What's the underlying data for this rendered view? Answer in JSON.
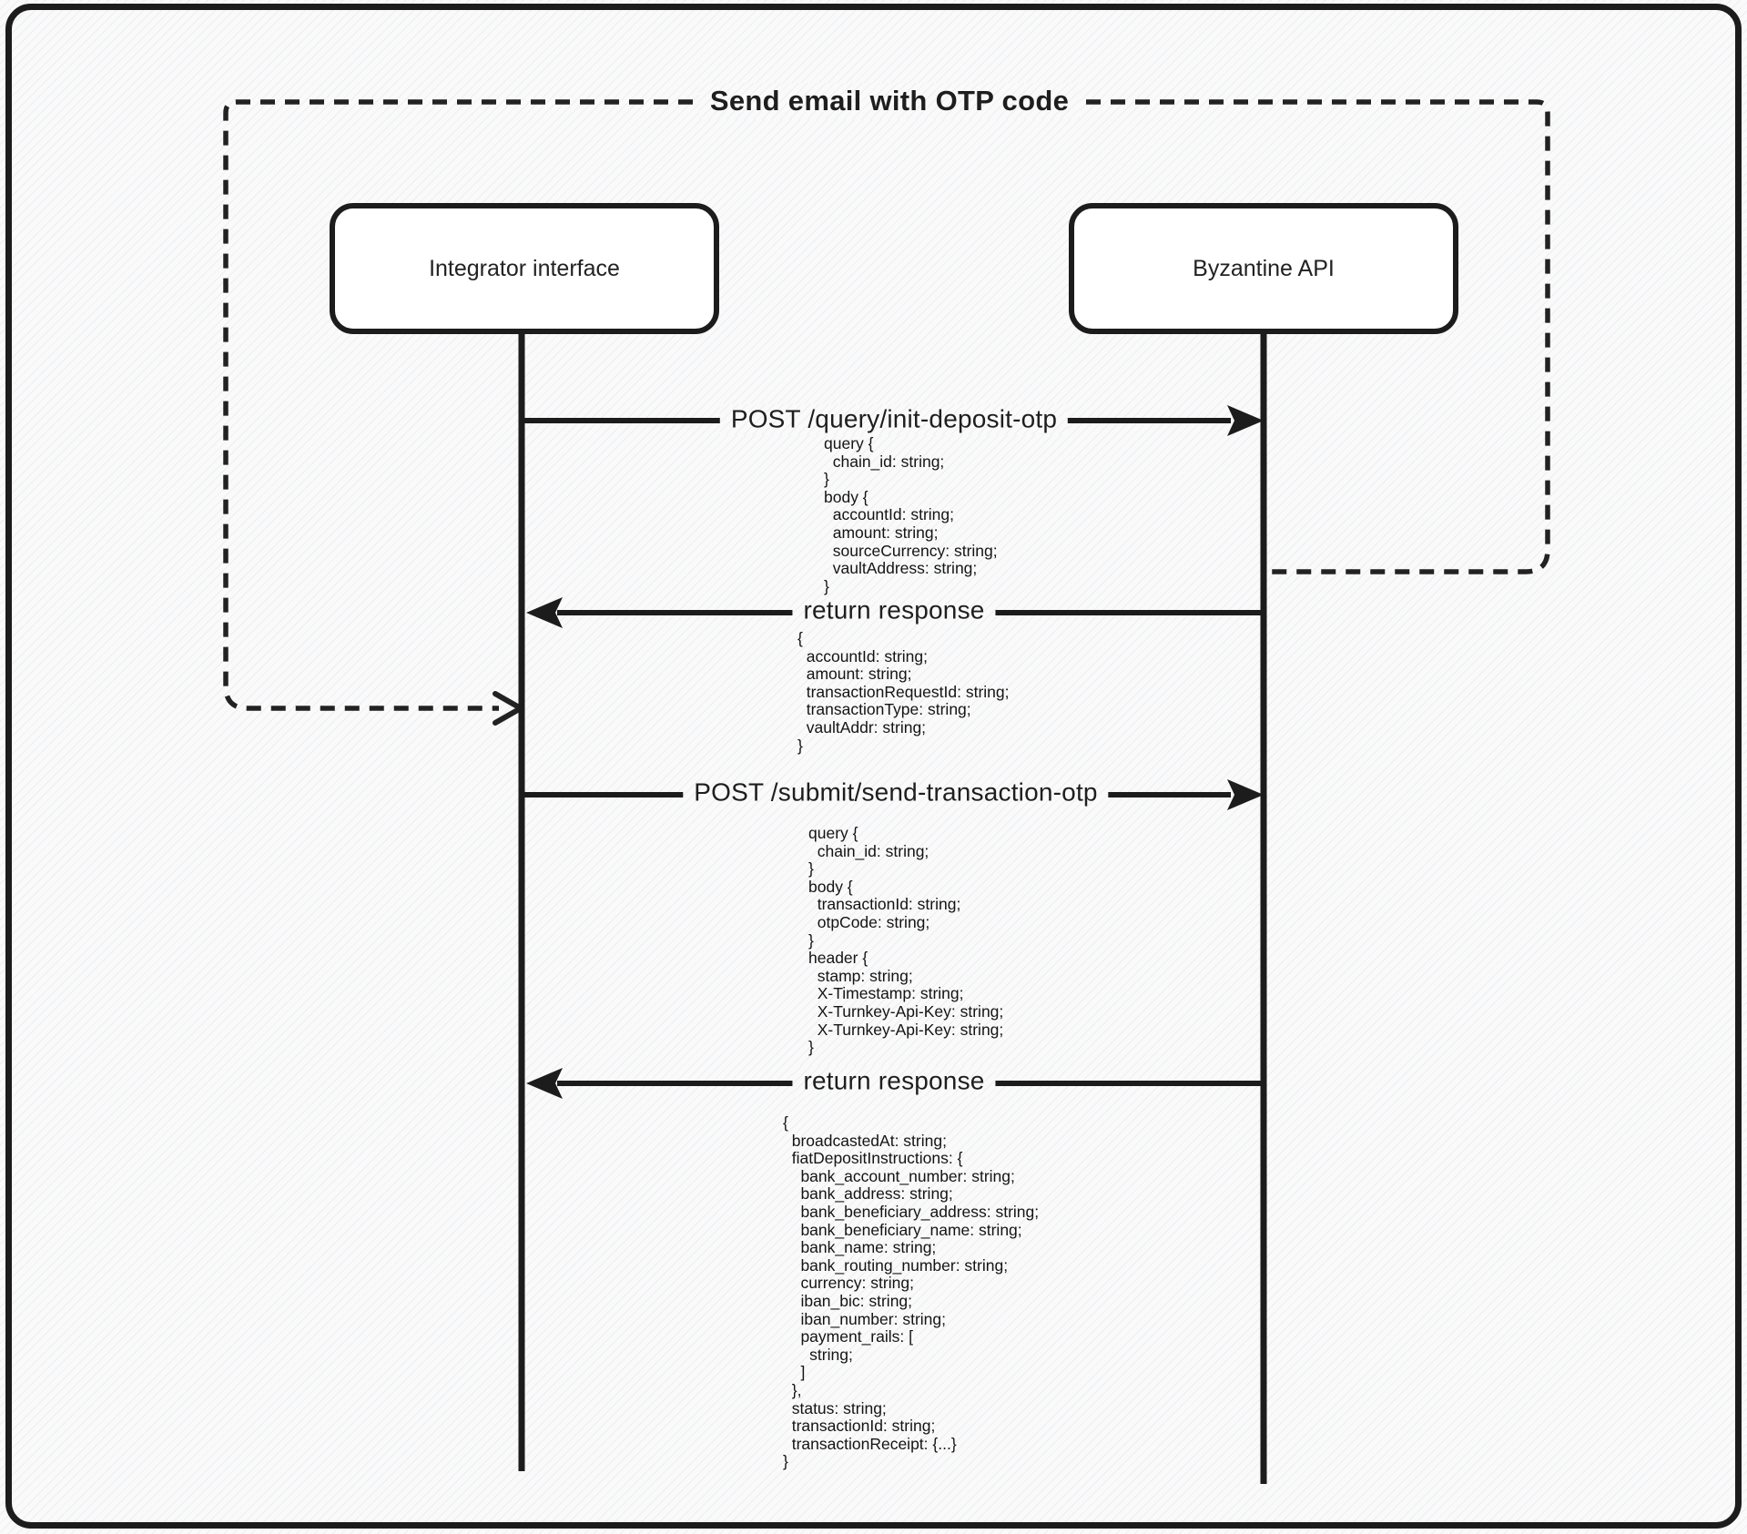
{
  "diagram": {
    "title": "Send email with OTP code",
    "actors": [
      {
        "label": "Integrator interface"
      },
      {
        "label": "Byzantine API"
      }
    ],
    "messages": [
      {
        "label": "POST /query/init-deposit-otp",
        "direction": "right",
        "payload": [
          "query {",
          "  chain_id: string;",
          "}",
          "body {",
          "  accountId: string;",
          "  amount: string;",
          "  sourceCurrency: string;",
          "  vaultAddress: string;",
          "}"
        ]
      },
      {
        "label": "return response",
        "direction": "left",
        "payload": [
          "{",
          "  accountId: string;",
          "  amount: string;",
          "  transactionRequestId: string;",
          "  transactionType: string;",
          "  vaultAddr: string;",
          "}"
        ]
      },
      {
        "label": "POST /submit/send-transaction-otp",
        "direction": "right",
        "payload": [
          "query {",
          "  chain_id: string;",
          "}",
          "body {",
          "  transactionId: string;",
          "  otpCode: string;",
          "}",
          "header {",
          "  stamp: string;",
          "  X-Timestamp: string;",
          "  X-Turnkey-Api-Key: string;",
          "  X-Turnkey-Api-Key: string;",
          "}"
        ]
      },
      {
        "label": "return response",
        "direction": "left",
        "payload": [
          "{",
          "  broadcastedAt: string;",
          "  fiatDepositInstructions: {",
          "    bank_account_number: string;",
          "    bank_address: string;",
          "    bank_beneficiary_address: string;",
          "    bank_beneficiary_name: string;",
          "    bank_name: string;",
          "    bank_routing_number: string;",
          "    currency: string;",
          "    iban_bic: string;",
          "    iban_number: string;",
          "    payment_rails: [",
          "      string;",
          "    ]",
          "  },",
          "  status: string;",
          "  transactionId: string;",
          "  transactionReceipt: {...}",
          "}"
        ]
      }
    ],
    "colors": {
      "stroke": "#1c1c1c",
      "background": "#fafafa",
      "box_fill": "#ffffff"
    }
  }
}
